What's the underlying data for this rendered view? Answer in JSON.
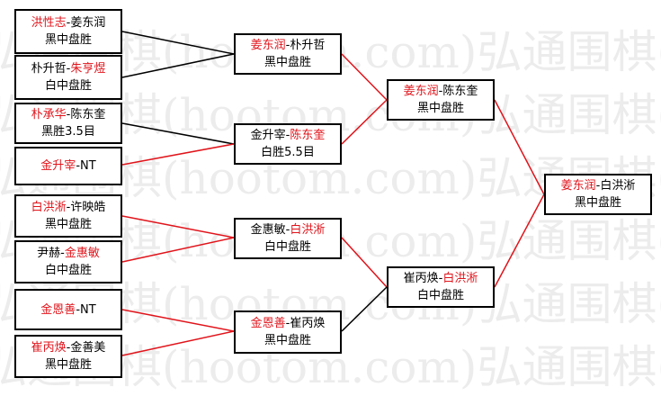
{
  "watermark": "弘通围棋(hootom.com)弘通围棋(hootom.com)弘通围棋",
  "colors": {
    "win_line": "#e0141b",
    "lose_line": "#000000",
    "winner_text": "#e0141b"
  },
  "matches": {
    "r1m1": {
      "p1": "洪性志",
      "sep": "-",
      "p2": "姜东润",
      "result": "黑中盘胜"
    },
    "r1m2": {
      "p1": "朴升哲",
      "sep": "-",
      "p2": "朱亨煜",
      "result": "白中盘胜"
    },
    "r1m3": {
      "p1": "朴承华",
      "sep": "-",
      "p2": "陈东奎",
      "result": "黑胜3.5目"
    },
    "r1m4": {
      "p1": "金升宰",
      "sep": "-",
      "p2": "NT",
      "result": ""
    },
    "r1m5": {
      "p1": "白洪淅",
      "sep": "-",
      "p2": "许映皓",
      "result": "黑中盘胜"
    },
    "r1m6": {
      "p1": "尹赫",
      "sep": "-",
      "p2": "金惠敏",
      "result": "白中盘胜"
    },
    "r1m7": {
      "p1": "金恩善",
      "sep": "-",
      "p2": "NT",
      "result": ""
    },
    "r1m8": {
      "p1": "崔丙焕",
      "sep": "-",
      "p2": "金善美",
      "result": "黑中盘胜"
    },
    "r2m1": {
      "p1": "姜东润",
      "sep": "-",
      "p2": "朴升哲",
      "result": "黑中盘胜"
    },
    "r2m2": {
      "p1": "金升宰",
      "sep": "-",
      "p2": "陈东奎",
      "result": "白胜5.5目"
    },
    "r2m3": {
      "p1": "金惠敏",
      "sep": "-",
      "p2": "白洪淅",
      "result": "白中盘胜"
    },
    "r2m4": {
      "p1": "金恩善",
      "sep": "-",
      "p2": "崔丙焕",
      "result": "黑中盘胜"
    },
    "r3m1": {
      "p1": "姜东润",
      "sep": "-",
      "p2": "陈东奎",
      "result": "黑中盘胜"
    },
    "r3m2": {
      "p1": "崔丙焕",
      "sep": "-",
      "p2": "白洪淅",
      "result": "白中盘胜"
    },
    "final": {
      "p1": "姜东润",
      "sep": "-",
      "p2": "白洪淅",
      "result": "黑中盘胜"
    }
  }
}
